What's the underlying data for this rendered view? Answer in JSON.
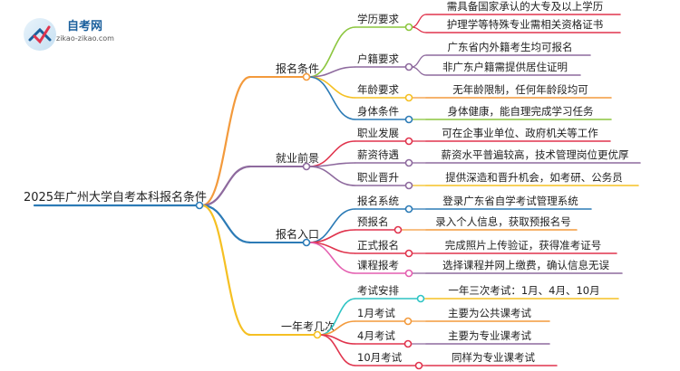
{
  "logo": {
    "name": "自考网",
    "url": "zikao-zikao.com"
  },
  "root": "2025年广州大学自考本科报名条件",
  "branches": [
    {
      "label": "报名条件",
      "color": "#f39a3c",
      "children": [
        {
          "label": "学历要求",
          "color": "#8cc63f",
          "leaves": [
            {
              "text": "需具备国家承认的大专及以上学历",
              "color": "#e0344d"
            },
            {
              "text": "护理学等特殊专业需相关资格证书",
              "color": "#e0344d"
            }
          ]
        },
        {
          "label": "户籍要求",
          "color": "#8e6a9e",
          "leaves": [
            {
              "text": "广东省内外籍考生均可报名",
              "color": "#8e6a9e"
            },
            {
              "text": "非广东户籍需提供居住证明",
              "color": "#8e6a9e"
            }
          ]
        },
        {
          "label": "年龄要求",
          "color": "#f5c023",
          "leaves": [
            {
              "text": "无年龄限制，任何年龄段均可",
              "color": "#f39a3c"
            }
          ]
        },
        {
          "label": "身体条件",
          "color": "#2c7bb6",
          "leaves": [
            {
              "text": "身体健康，能自理完成学习任务",
              "color": "#8cc63f"
            }
          ]
        }
      ]
    },
    {
      "label": "就业前景",
      "color": "#8e6a9e",
      "children": [
        {
          "label": "职业发展",
          "color": "#e0344d",
          "leaves": [
            {
              "text": "可在企事业单位、政府机关等工作",
              "color": "#e0344d"
            }
          ]
        },
        {
          "label": "薪资待遇",
          "color": "#8e6a9e",
          "leaves": [
            {
              "text": "薪资水平普遍较高，技术管理岗位更优厚",
              "color": "#8e6a9e"
            }
          ]
        },
        {
          "label": "职业晋升",
          "color": "#8e6a9e",
          "leaves": [
            {
              "text": "提供深造和晋升机会，如考研、公务员",
              "color": "#f5c023"
            }
          ]
        }
      ]
    },
    {
      "label": "报名入口",
      "color": "#2c7bb6",
      "children": [
        {
          "label": "报名系统",
          "color": "#2c7bb6",
          "leaves": [
            {
              "text": "登录广东省自学考试管理系统",
              "color": "#2c7bb6"
            }
          ]
        },
        {
          "label": "预报名",
          "color": "#e0344d",
          "leaves": [
            {
              "text": "录入个人信息，获取预报名号",
              "color": "#f39a3c"
            }
          ]
        },
        {
          "label": "正式报名",
          "color": "#e0344d",
          "leaves": [
            {
              "text": "完成照片上传验证，获得准考证号",
              "color": "#e0344d"
            }
          ]
        },
        {
          "label": "课程报考",
          "color": "#e45fb0",
          "leaves": [
            {
              "text": "选择课程并网上缴费，确认信息无误",
              "color": "#8e6a9e"
            }
          ]
        }
      ]
    },
    {
      "label": "一年考几次",
      "color": "#f5c023",
      "children": [
        {
          "label": "考试安排",
          "color": "#2ec4c4",
          "leaves": [
            {
              "text": "一年三次考试：1月、4月、10月",
              "color": "#f5c023"
            }
          ]
        },
        {
          "label": "1月考试",
          "color": "#f39a3c",
          "leaves": [
            {
              "text": "主要为公共课考试",
              "color": "#f39a3c"
            }
          ]
        },
        {
          "label": "4月考试",
          "color": "#e0344d",
          "leaves": [
            {
              "text": "主要为专业课考试",
              "color": "#8e6a9e"
            }
          ]
        },
        {
          "label": "10月考试",
          "color": "#e0344d",
          "leaves": [
            {
              "text": "同样为专业课考试",
              "color": "#e0344d"
            }
          ]
        }
      ]
    }
  ]
}
